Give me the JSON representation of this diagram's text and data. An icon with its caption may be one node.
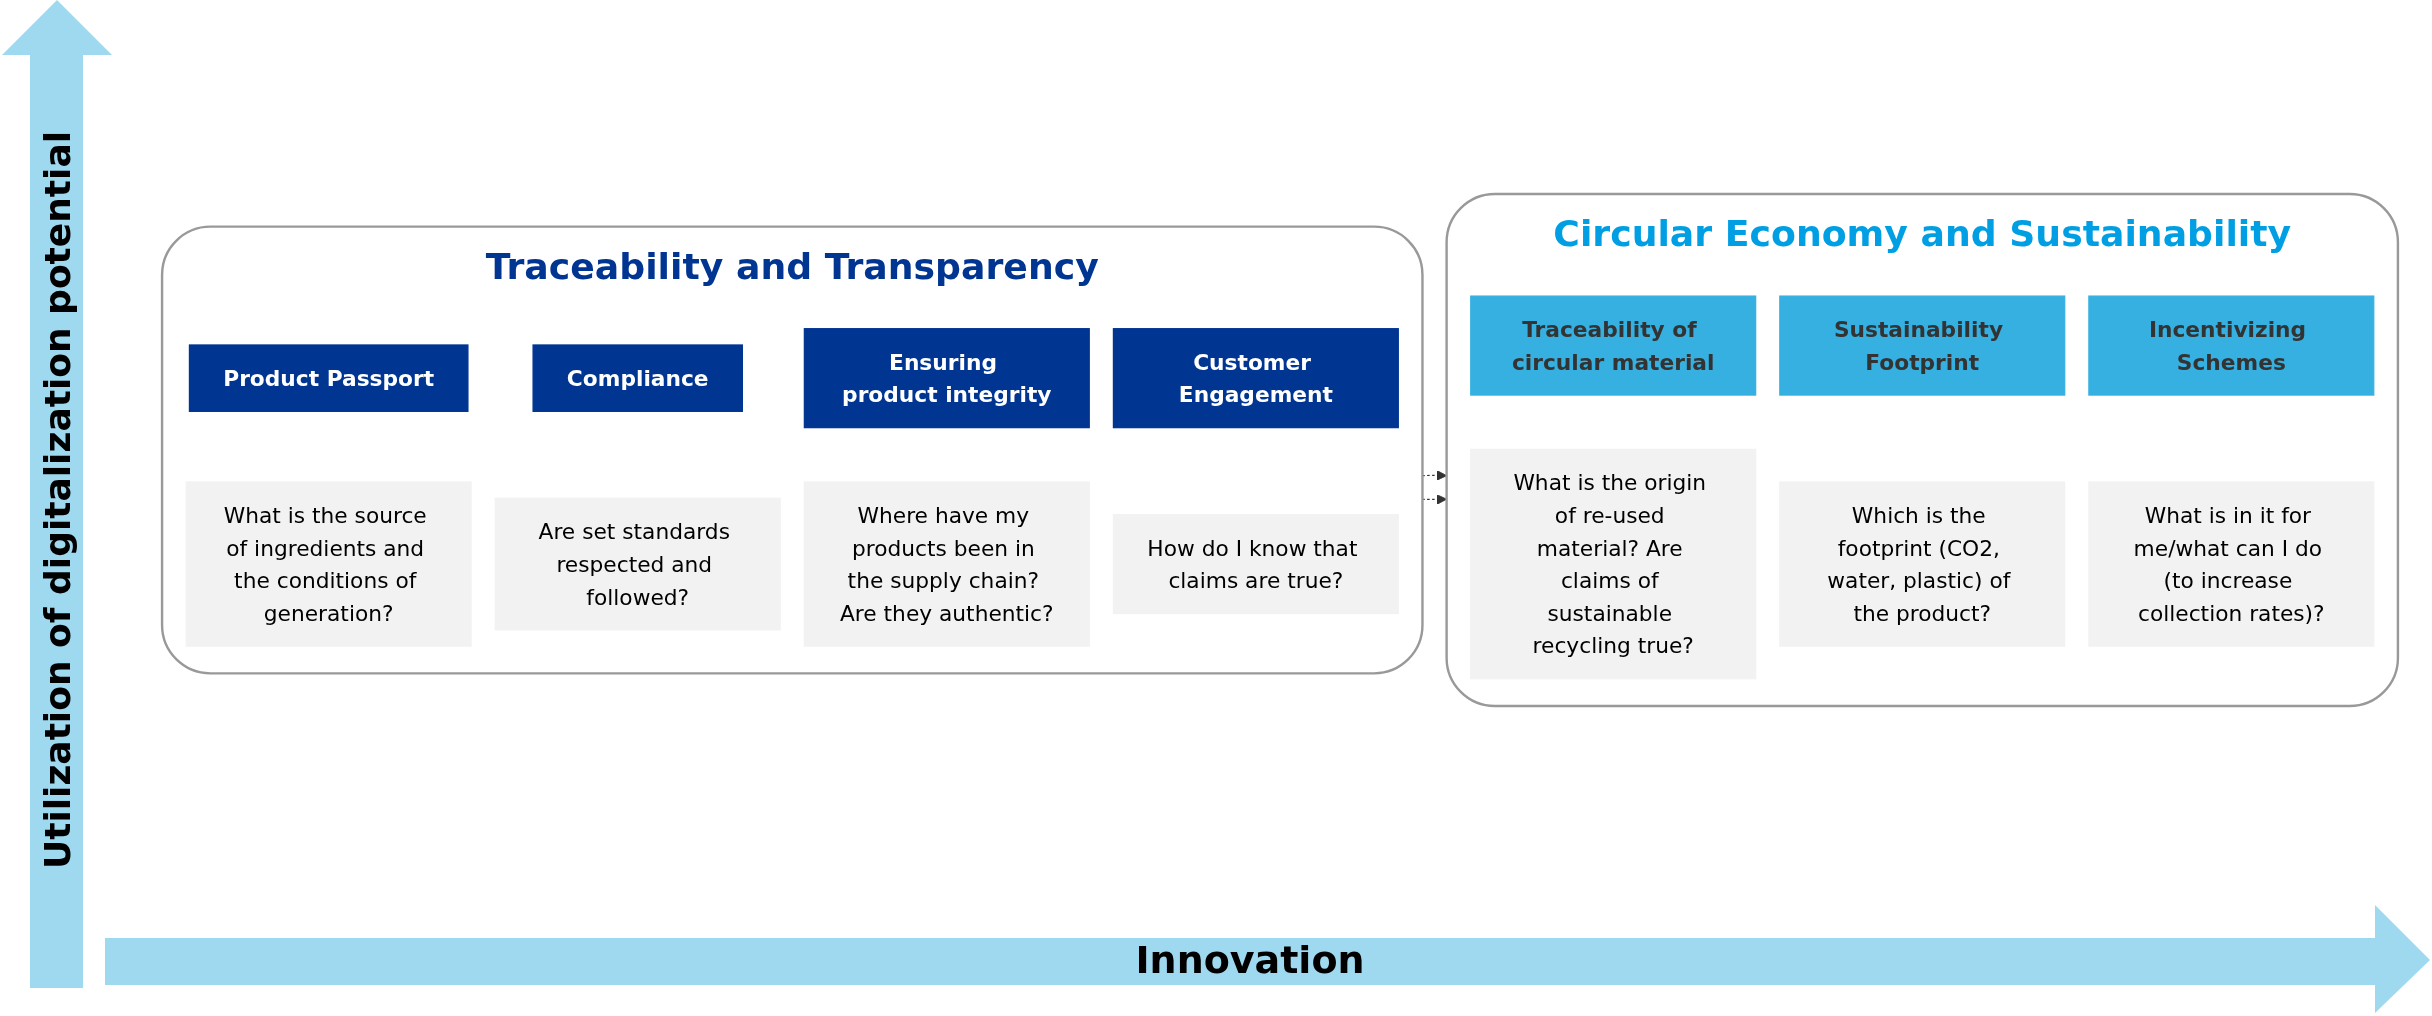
{
  "diagram": {
    "nodes": [
      {
        "text": [
          "Traceability and Transparency"
        ]
      },
      {
        "text": [
          "Product Passport"
        ],
        "in": 0
      },
      {
        "text": [
          "What is the source of ingredients and the conditions of generation?"
        ],
        "in": 0
      },
      {
        "text": [
          "Compliance"
        ],
        "in": 0
      },
      {
        "text": [
          "Are set standards respected and followed?"
        ],
        "in": 0
      },
      {
        "text": [
          "Ensuring product integrity"
        ],
        "in": 0
      },
      {
        "text": [
          "Where have my products been in the supply chain? Are they authentic?"
        ],
        "in": 0
      },
      {
        "text": [
          "Customer Engagement"
        ],
        "in": 0
      },
      {
        "text": [
          "How do I know that claims are true?"
        ],
        "in": 0
      },
      {
        "text": [
          "Circular Economy and Sustainability"
        ]
      },
      {
        "text": [
          "Traceability of circular material"
        ],
        "in": 9
      },
      {
        "text": [
          "What is the origin of re-used material? Are claims of sustainable recycling true?"
        ],
        "in": 9
      },
      {
        "text": [
          "Sustainability Footprint"
        ],
        "in": 9
      },
      {
        "text": [
          "Which is the footprint (CO2, water, plastic) of the product?"
        ],
        "in": 9
      },
      {
        "text": [
          "Incentivizing Schemes"
        ],
        "in": 9
      },
      {
        "text": [
          "What is in it for me/what can I do (to increase collection rates)?"
        ],
        "in": 9
      }
    ],
    "edges": [
      {
        "from": 0,
        "to": 9,
        "arrow": "to",
        "style": "dashed"
      },
      {
        "from": 0,
        "to": 9,
        "arrow": "to",
        "style": "dashed"
      }
    ],
    "labels": [
      "Utilization of digitalization potential",
      "Innovation"
    ]
  }
}
